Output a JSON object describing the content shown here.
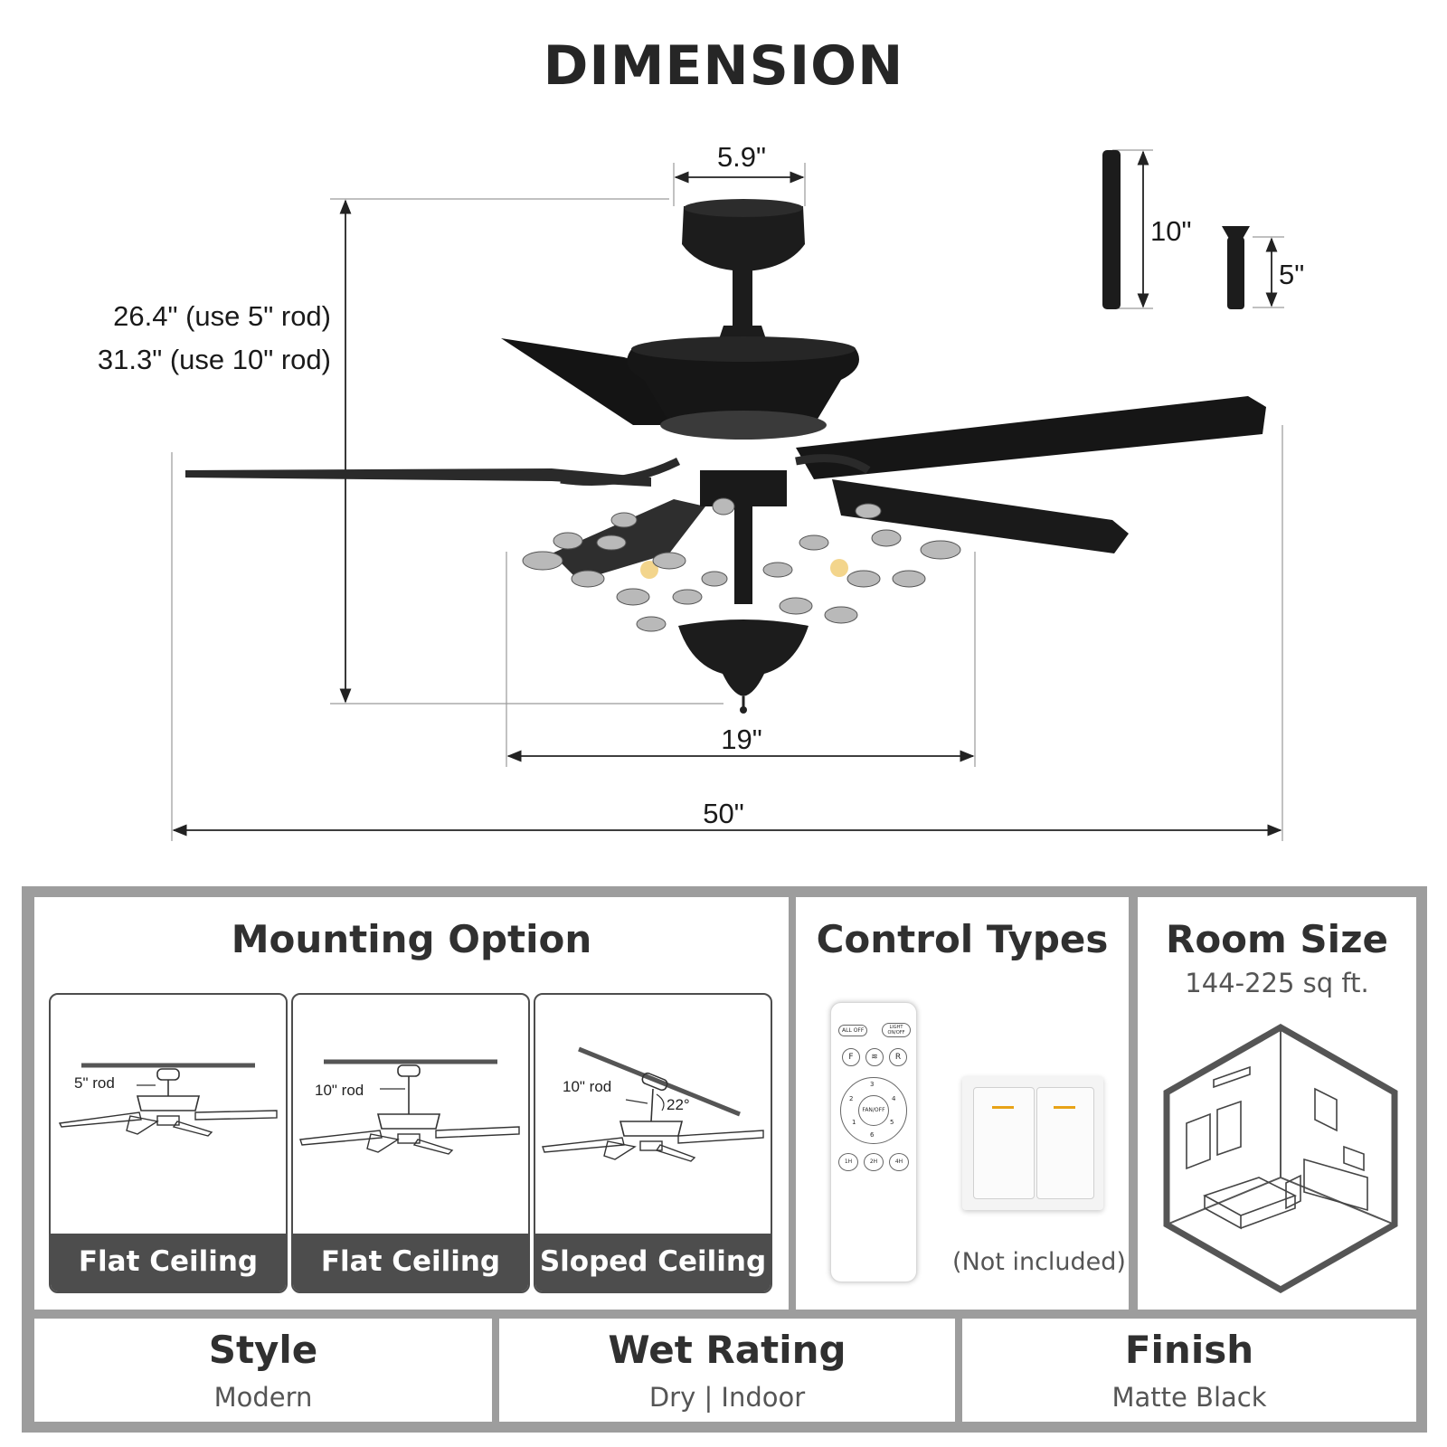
{
  "header": {
    "title": "DIMENSION"
  },
  "dimensions": {
    "canopy_width": "5.9\"",
    "height_5": "26.4\" (use 5\" rod)",
    "height_10": "31.3\" (use 10\" rod)",
    "light_width": "19\"",
    "blade_span": "50\"",
    "long_rod": "10\"",
    "short_rod": "5\""
  },
  "mounting": {
    "title": "Mounting Option",
    "options": [
      {
        "label": "Flat Ceiling",
        "rod": "5\" rod"
      },
      {
        "label": "Flat Ceiling",
        "rod": "10\" rod"
      },
      {
        "label": "Sloped Ceiling",
        "rod": "10\" rod",
        "angle": "22°"
      }
    ]
  },
  "control": {
    "title": "Control Types",
    "note": "(Not included)",
    "remote_buttons": {
      "all_off": "ALL OFF",
      "light": "LIGHT ON/OFF",
      "f": "F",
      "r": "R",
      "fan_off": "FAN/OFF",
      "speeds": [
        "1",
        "2",
        "3",
        "4",
        "5",
        "6"
      ],
      "timers": [
        "1H",
        "2H",
        "4H"
      ]
    }
  },
  "room": {
    "title": "Room Size",
    "value": "144-225 sq ft."
  },
  "specs": [
    {
      "label": "Style",
      "value": "Modern"
    },
    {
      "label": "Wet Rating",
      "value": "Dry | Indoor"
    },
    {
      "label": "Finish",
      "value": "Matte Black"
    }
  ],
  "colors": {
    "fan": "#1c1c1c",
    "panel_border": "#9d9d9d",
    "caption_bg": "#4d4d4d",
    "switch_indicator": "#e8a317"
  }
}
